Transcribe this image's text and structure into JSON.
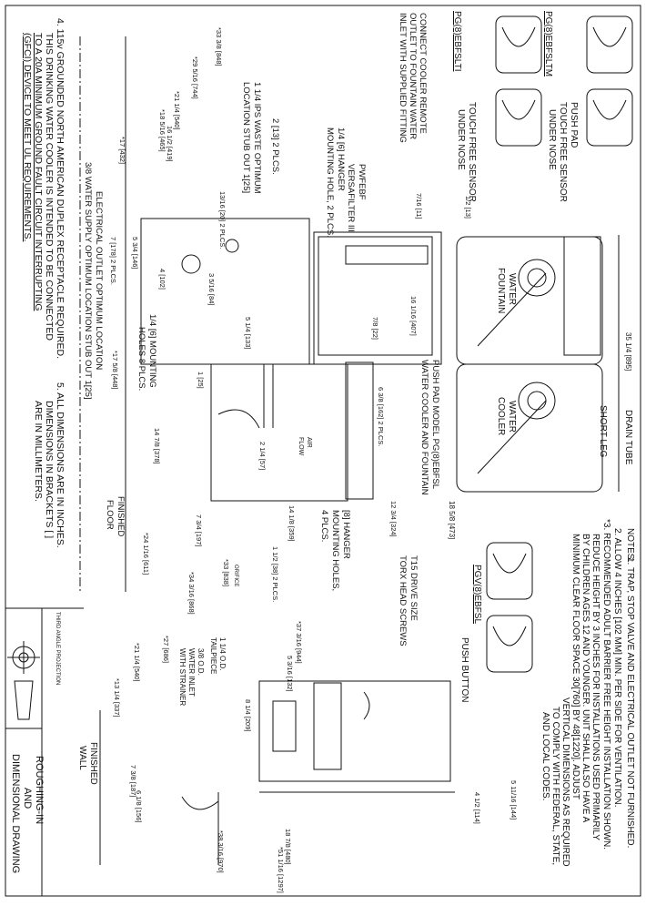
{
  "title_block": {
    "title_lines": [
      "ROUGHING-IN",
      "AND",
      "DIMENSIONAL DRAWING"
    ],
    "projection": "THIRD ANGLE PROJECTION"
  },
  "notes": {
    "heading": "NOTES:",
    "lines": [
      "1. TRAP, STOP VALVE AND ELECTRICAL OUTLET NOT FURNISHED.",
      "2. ALLOW 4 INCHES [102 MM] MIN. PER SIDE FOR VENTILATION.",
      "*3. RECOMMENDED ADULT BARRIER FREE HEIGHT INSTALLATION SHOWN.",
      "REDUCE HEIGHT BY 3 INCHES FOR INSTALLATIONS USED PRIMARILY",
      "BY CHILDREN AGES 12 AND YOUNGER. UNIT SHALL ALSO HAVE A",
      "MINIMUM CLEAR FLOOR SPACE 30[760] BY 48[1220]. ADJUST",
      "VERTICAL DIMENSIONS AS REQUIRED",
      "TO COMPLY WITH FEDERAL, STATE,",
      "AND LOCAL CODES."
    ],
    "left_lines": [
      "4. 115v GROUNDED NORTH AMERICAN DUPLEX RECEPTACLE REQUIRED.",
      "THIS DRINKING WATER COOLER IS INTENDED TO BE CONNECTED",
      "TO A 20A MINIMUM GROUND FAULT CIRCUIT INTERRUPTING",
      "(GFCI) DEVICE TO MEET UL REQUIREMENTS."
    ],
    "note5": [
      "5. ALL DIMENSIONS ARE IN INCHES.",
      "DIMENSIONS IN BRACKETS [ ]",
      "ARE IN MILLIMETERS."
    ]
  },
  "models": {
    "sensor_tm": "PG(8)EBFSLTM",
    "sensor_li": "PG(8)EBFSLTI",
    "push_pad_top": "PUSH PAD",
    "touch_free_sensor": "TOUCH FREE SENSOR",
    "under_nose": "UNDER NOSE",
    "touch_free_sensor_under_nose": [
      "TOUCH FREE SENSOR",
      "UNDER NOSE"
    ],
    "push_button_model": "PGV(8)EBFSL",
    "push_button": "PUSH BUTTON",
    "push_pad_model_lines": [
      "PUSH PAD MODEL PG(8)EBFSL",
      "WATER COOLER AND FOUNTAIN"
    ]
  },
  "labels": {
    "connect_cooler": [
      "CONNECT COOLER REMOTE",
      "OUTLET TO FOUNTAIN WATER",
      "INLET WITH SUPPLIED FITTING"
    ],
    "pwfebf": [
      "PWFEBF",
      "VERSAFILTER III"
    ],
    "hanger_holes": [
      "1/4 [6] HANGER",
      "MOUNTING HOLE, 2 PLCS."
    ],
    "ips_waste": [
      "1 1/4 IPS WASTE OPTIMUM",
      "LOCATION STUB OUT 1[25]"
    ],
    "two_plcs": "2 [13] 2 PLCS.",
    "electrical_outlet": "ELECTRICAL OUTLET OPTIMUM LOCATION",
    "water_supply": "3/8 WATER SUPPLY OPTIMUM LOCATION STUB OUT 1[25]",
    "mounting_holes_8": [
      "1/4 [6] MOUNTING",
      "HOLES 8 PLCS."
    ],
    "finished_floor": [
      "FINISHED",
      "FLOOR"
    ],
    "hanger_4": [
      "[8] HANGER",
      "MOUNTING HOLES,",
      "4 PLCS."
    ],
    "torx": [
      "T15 DRIVE SIZE",
      "TORX HEAD SCREWS"
    ],
    "drain_tube": "DRAIN TUBE",
    "short_leg": "SHORT LEG",
    "water_fountain": [
      "WATER",
      "FOUNTAIN"
    ],
    "water_cooler": [
      "WATER",
      "COOLER"
    ],
    "air_flow": [
      "AIR",
      "FLOW"
    ],
    "tailpiece": [
      "1 1/4 O.D.",
      "TAILPIECE"
    ],
    "water_inlet": [
      "3/8 O.D.",
      "WATER INLET",
      "WITH STRAINER"
    ],
    "finished_wall": [
      "FINISHED",
      "WALL"
    ],
    "orifice": "ORIFICE"
  },
  "dimensions": {
    "overall_width": "35 1/4 [895]",
    "d_473": "18 5/8 [473]",
    "d_13": "1/2 [13]",
    "d_11": "7/16 [11]",
    "d_848": "*33 3/8 [848]",
    "d_744": "*29 5/16 [744]",
    "d_540": "*21 1/4 [540]",
    "d_465": "*18 5/16 [465]",
    "d_432": "*17 [432]",
    "d_419": "16 1/2 [419]",
    "d_20": "13/16 [20] 2 PLCS.",
    "d_146": "5 3/4 [146]",
    "d_178": "7 [178] 2 PLCS.",
    "d_102": "4 [102]",
    "d_84": "3 5/16 [84]",
    "d_133": "5 1/4 [133]",
    "d_407": "16 1/16 [407]",
    "d_22": "7/8 [22]",
    "d_25": "1 [25]",
    "d_162": "6 3/8 [162] 2 PLCS.",
    "d_448": "*17 5/8 [448]",
    "d_378": "14 7/8 [378]",
    "d_57": "2 1/4 [57]",
    "d_324": "12 3/4 [324]",
    "d_359": "14 1/8 [359]",
    "d_197": "7 3/4 [197]",
    "d_611": "*24 1/16 [611]",
    "d_38": "1 1/2 [38] 2 PLCS.",
    "d_838": "*33 [838]",
    "d_868": "*34 3/16 [868]",
    "d_944": "*37 3/16 [944]",
    "d_132": "5 3/16 [132]",
    "d_686": "*27 [686]",
    "d_540b": "*21 1/4 [540]",
    "d_337": "*13 1/4 [337]",
    "d_209": "8 1/4 [209]",
    "d_187": "7 3/8 [187]",
    "d_156": "6 1/8 [156]",
    "d_144": "5 11/16 [144]",
    "d_114": "4 1/2 [114]",
    "d_480": "18 7/8 [480]",
    "d_970": "*38 3/16 [970]",
    "d_1297": "*51 1/16 [1297]"
  }
}
